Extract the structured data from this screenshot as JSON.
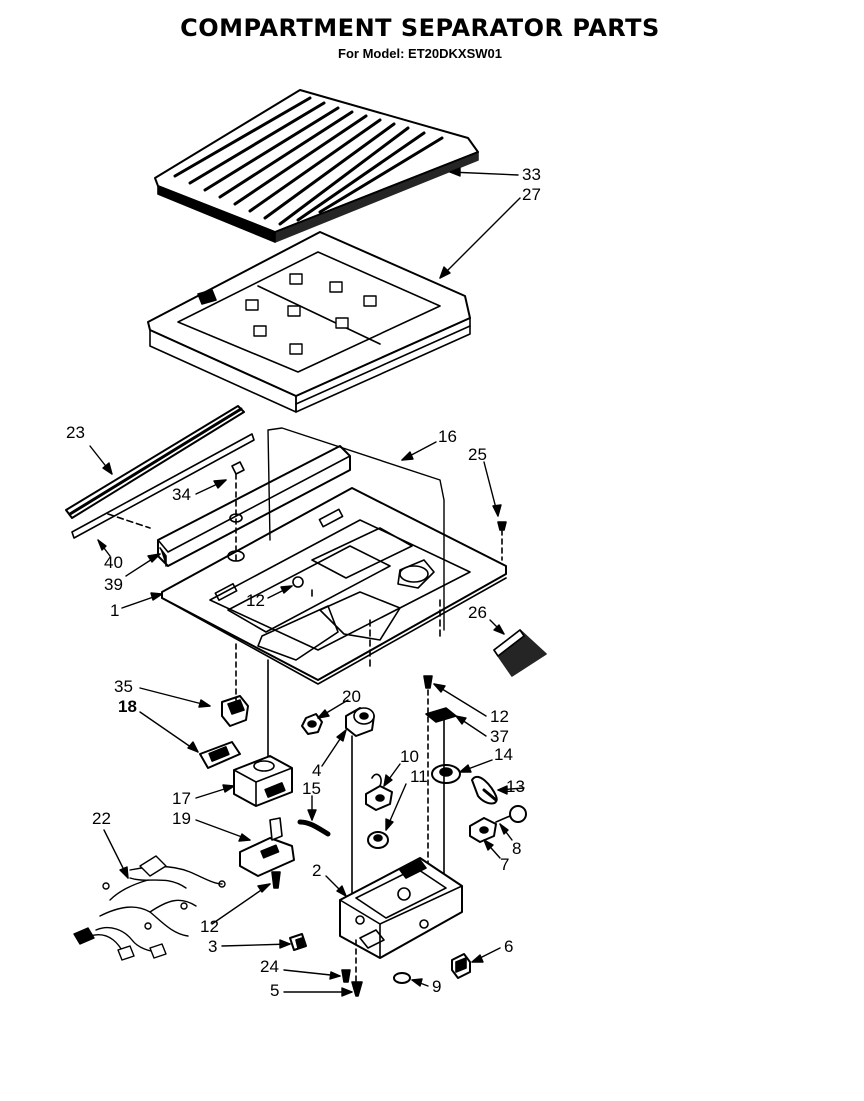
{
  "header": {
    "title": "COMPARTMENT SEPARATOR  PARTS",
    "model_label": "For Model: ET20DKXSW01"
  },
  "callouts": [
    {
      "id": "c33",
      "label": "33"
    },
    {
      "id": "c27",
      "label": "27"
    },
    {
      "id": "c23",
      "label": "23"
    },
    {
      "id": "c16",
      "label": "16"
    },
    {
      "id": "c25",
      "label": "25"
    },
    {
      "id": "c34",
      "label": "34"
    },
    {
      "id": "c40",
      "label": "40"
    },
    {
      "id": "c39",
      "label": "39"
    },
    {
      "id": "c1",
      "label": "1"
    },
    {
      "id": "c12a",
      "label": "12"
    },
    {
      "id": "c26",
      "label": "26"
    },
    {
      "id": "c35",
      "label": "35"
    },
    {
      "id": "c18",
      "label": "18"
    },
    {
      "id": "c20",
      "label": "20"
    },
    {
      "id": "c12b",
      "label": "12"
    },
    {
      "id": "c37",
      "label": "37"
    },
    {
      "id": "c10",
      "label": "10"
    },
    {
      "id": "c14",
      "label": "14"
    },
    {
      "id": "c11",
      "label": "11"
    },
    {
      "id": "c4",
      "label": "4"
    },
    {
      "id": "c15",
      "label": "15"
    },
    {
      "id": "c13",
      "label": "13"
    },
    {
      "id": "c17",
      "label": "17"
    },
    {
      "id": "c22",
      "label": "22"
    },
    {
      "id": "c19",
      "label": "19"
    },
    {
      "id": "c8",
      "label": "8"
    },
    {
      "id": "c7",
      "label": "7"
    },
    {
      "id": "c2",
      "label": "2"
    },
    {
      "id": "c12c",
      "label": "12"
    },
    {
      "id": "c3",
      "label": "3"
    },
    {
      "id": "c6",
      "label": "6"
    },
    {
      "id": "c24",
      "label": "24"
    },
    {
      "id": "c5",
      "label": "5"
    },
    {
      "id": "c9",
      "label": "9"
    }
  ]
}
